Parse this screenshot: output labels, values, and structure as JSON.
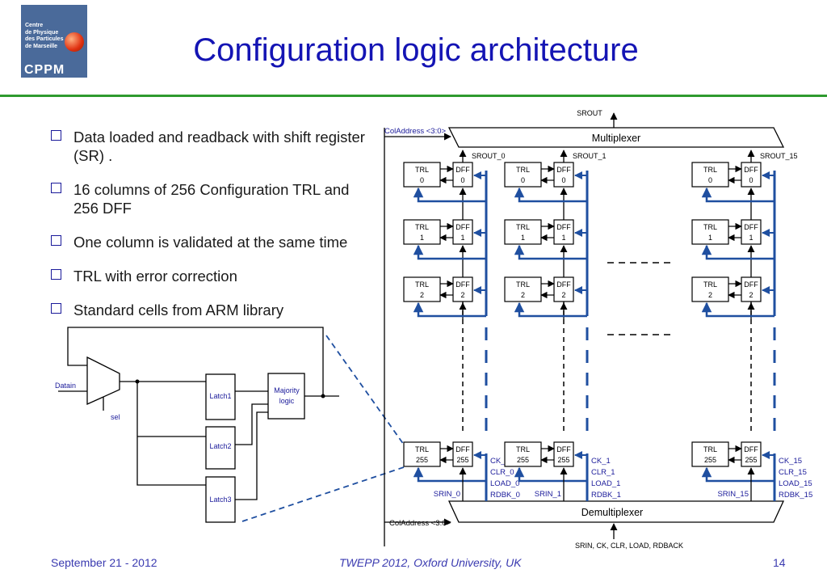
{
  "logo": {
    "text": "Centre\nde Physique\ndes Particules\nde Marseille",
    "acronym": "CPPM"
  },
  "title": "Configuration logic architecture",
  "bullets": [
    "Data loaded and readback with shift register (SR) .",
    "16 columns of 256 Configuration TRL and 256 DFF",
    "One column is validated at the same time",
    "TRL with error correction",
    "Standard cells from ARM library"
  ],
  "circuit": {
    "datain": "Datain",
    "sel": "sel",
    "latch1": "Latch1",
    "latch2": "Latch2",
    "latch3": "Latch3",
    "majority_line1": "Majority",
    "majority_line2": "logic"
  },
  "arch": {
    "srout": "SROUT",
    "coladdress_top": "ColAddress <3:0>",
    "multiplexer": "Multiplexer",
    "demultiplexer": "Demultiplexer",
    "coladdress_bottom": "ColAddress <3:0>",
    "srin_bottom": "SRIN, CK, CLR, LOAD, RDBACK",
    "trl": "TRL",
    "dff": "DFF",
    "row_indices": [
      "0",
      "1",
      "2",
      "255"
    ],
    "columns": [
      {
        "srout": "SROUT_0",
        "srin": "SRIN_0",
        "signals": [
          "CK_0",
          "CLR_0",
          "LOAD_0",
          "RDBK_0"
        ]
      },
      {
        "srout": "SROUT_1",
        "srin": "SRIN_1",
        "signals": [
          "CK_1",
          "CLR_1",
          "LOAD_1",
          "RDBK_1"
        ]
      },
      {
        "srout": "SROUT_15",
        "srin": "SRIN_15",
        "signals": [
          "CK_15",
          "CLR_15",
          "LOAD_15",
          "RDBK_15"
        ]
      }
    ]
  },
  "footer": {
    "date": "September 21 - 2012",
    "venue": "TWEPP 2012, Oxford University, UK",
    "page": "14"
  }
}
